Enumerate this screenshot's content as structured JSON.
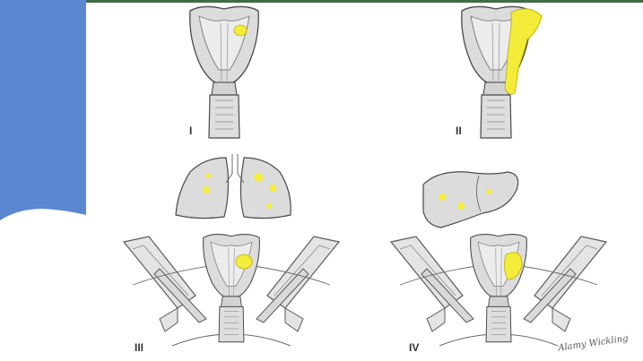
{
  "figure": {
    "stages": [
      {
        "id": "I",
        "label": "I"
      },
      {
        "id": "II",
        "label": "II"
      },
      {
        "id": "III",
        "label": "III"
      },
      {
        "id": "IV",
        "label": "IV"
      }
    ],
    "signature": "Alamy Wickling"
  },
  "colors": {
    "side_panel": "#5a87d0",
    "tumor": "#f4ec3a",
    "tissue": "#dcdcdc",
    "outline": "#4a4a4a",
    "top_border": "#3f6b45"
  }
}
